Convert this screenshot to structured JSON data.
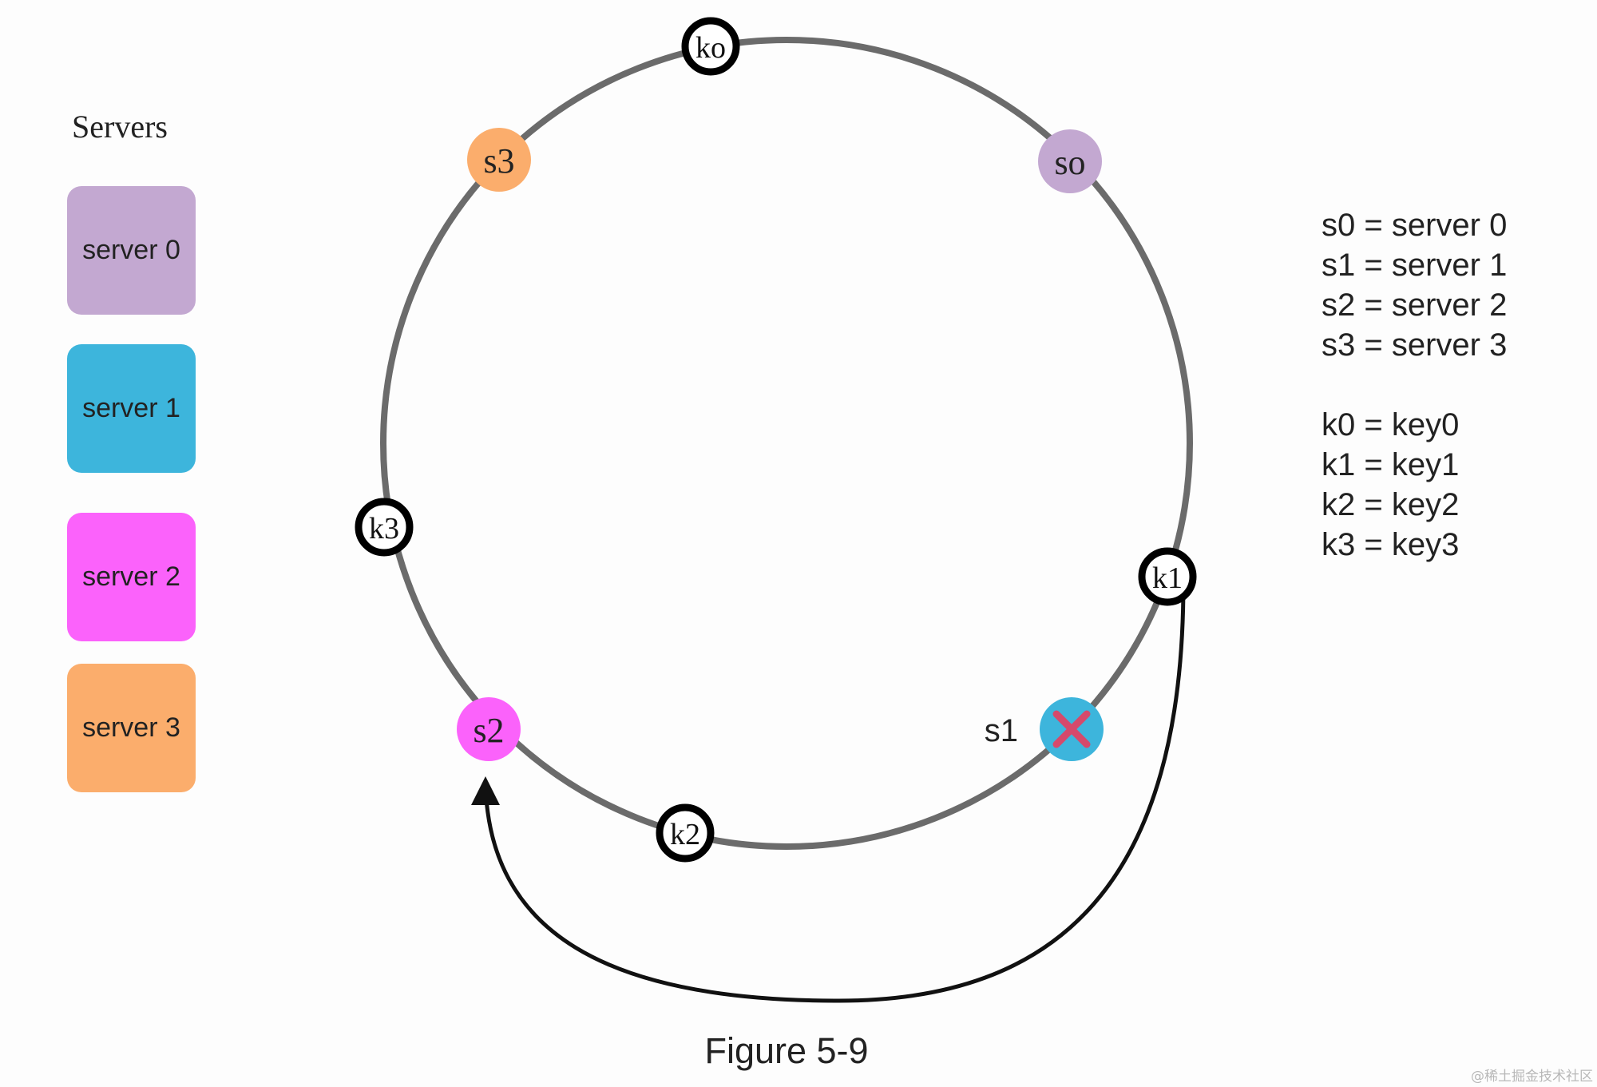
{
  "servers_panel": {
    "title": "Servers",
    "items": [
      {
        "label": "server 0",
        "color": "#c3a8d1"
      },
      {
        "label": "server 1",
        "color": "#3db5dc"
      },
      {
        "label": "server 2",
        "color": "#fb62fb"
      },
      {
        "label": "server 3",
        "color": "#fbad6c"
      }
    ]
  },
  "ring": {
    "color": "#6b6b6b",
    "servers": [
      {
        "label": "so",
        "color": "#c3a8d1"
      },
      {
        "label": "s3",
        "color": "#fbad6c"
      },
      {
        "label": "s2",
        "color": "#fb62fb"
      },
      {
        "label": "s1",
        "color": "#3db5dc",
        "removed": true,
        "cross_color": "#d6496b"
      }
    ],
    "keys": [
      {
        "label": "ko"
      },
      {
        "label": "k1"
      },
      {
        "label": "k2"
      },
      {
        "label": "k3"
      }
    ]
  },
  "legend": {
    "servers": [
      "s0 = server 0",
      "s1 = server 1",
      "s2 = server 2",
      "s3 = server 3"
    ],
    "keys": [
      "k0 = key0",
      "k1 = key1",
      "k2 = key2",
      "k3 = key3"
    ]
  },
  "caption": "Figure 5-9",
  "watermark": "@稀土掘金技术社区"
}
